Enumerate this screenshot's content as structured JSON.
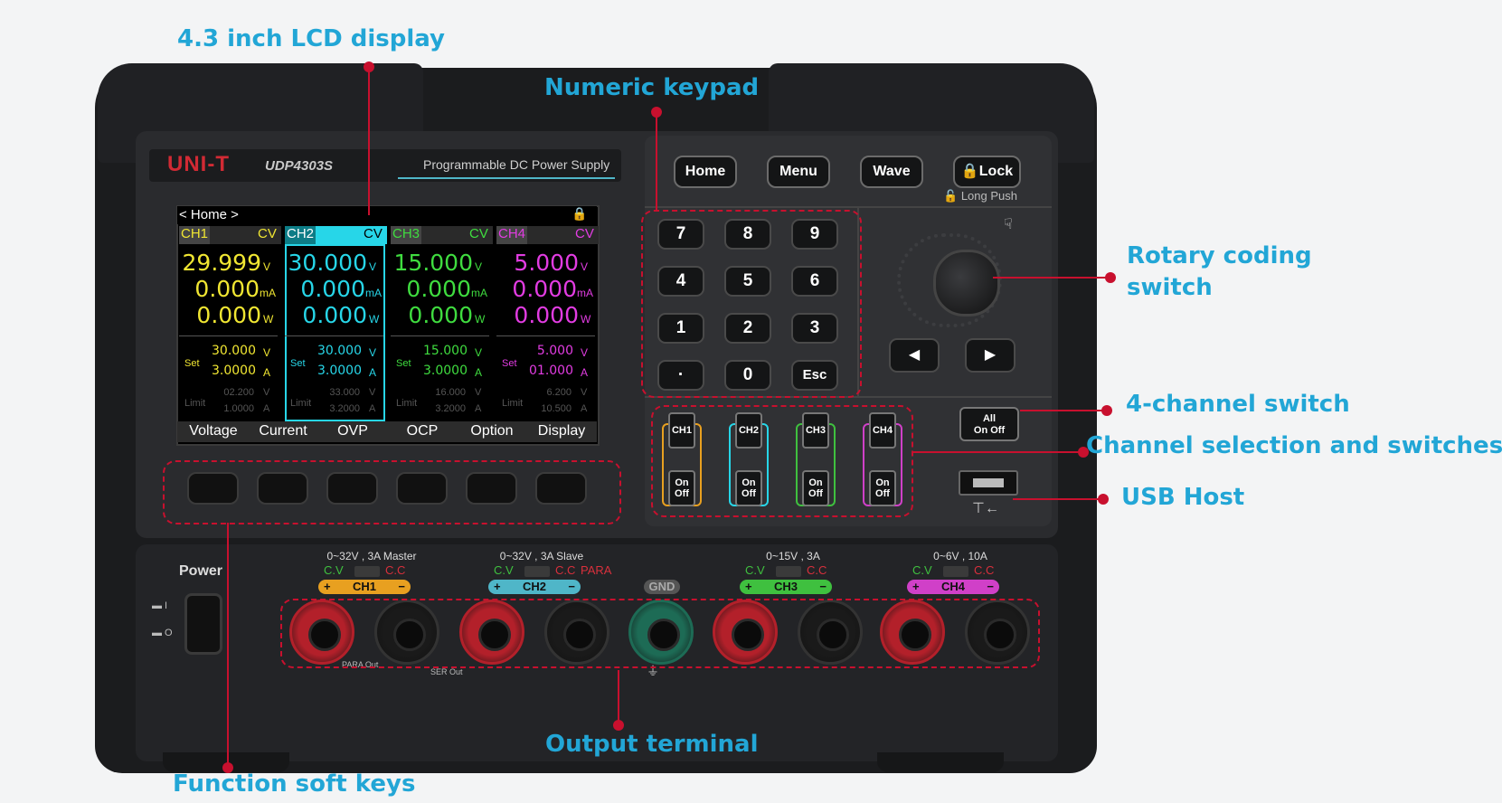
{
  "device": {
    "brand": "UNI-T",
    "model": "UDP4303S",
    "tagline": "Programmable DC Power Supply"
  },
  "screen": {
    "title": "< Home >",
    "channels": [
      {
        "name": "CH1",
        "mode": "CV",
        "voltage": "29.999",
        "current": "0.000",
        "power": "0.000",
        "set_v": "30.000",
        "set_a": "3.0000",
        "lim_v": "02.200",
        "lim_a": "1.0000",
        "color": "#f0e632"
      },
      {
        "name": "CH2",
        "mode": "CV",
        "voltage": "30.000",
        "current": "0.000",
        "power": "0.000",
        "set_v": "30.000",
        "set_a": "3.0000",
        "lim_v": "33.000",
        "lim_a": "3.2000",
        "color": "#27d6e8"
      },
      {
        "name": "CH3",
        "mode": "CV",
        "voltage": "15.000",
        "current": "0.000",
        "power": "0.000",
        "set_v": "15.000",
        "set_a": "3.0000",
        "lim_v": "16.000",
        "lim_a": "3.2000",
        "color": "#3fdc3f"
      },
      {
        "name": "CH4",
        "mode": "CV",
        "voltage": "5.000",
        "current": "0.000",
        "power": "0.000",
        "set_v": "5.000",
        "set_a": "01.000",
        "lim_v": "6.200",
        "lim_a": "10.500",
        "color": "#e23ce2"
      }
    ],
    "units": {
      "v": "V",
      "ma": "mA",
      "w": "W",
      "a": "A",
      "set": "Set",
      "limit": "Limit"
    },
    "soft_labels": [
      "Voltage",
      "Current",
      "OVP",
      "OCP",
      "Option",
      "Display"
    ]
  },
  "keys": {
    "function": [
      "Home",
      "Menu",
      "Wave",
      "Lock"
    ],
    "long_push": "Long Push",
    "numeric": [
      "7",
      "8",
      "9",
      "4",
      "5",
      "6",
      "1",
      "2",
      "3",
      "·",
      "0",
      "Esc"
    ],
    "all_on_off": [
      "All",
      "On Off"
    ],
    "channel_buttons": [
      "CH1",
      "CH2",
      "CH3",
      "CH4"
    ],
    "on_off": [
      "On",
      "Off"
    ]
  },
  "front": {
    "power": "Power",
    "outputs": [
      {
        "spec": "0~32V , 3A Master",
        "label": "CH1",
        "color": "#e8a020"
      },
      {
        "spec": "0~32V , 3A Slave",
        "label": "CH2",
        "color": "#4fb6c8",
        "extra": "PARA"
      },
      {
        "spec": "0~15V , 3A",
        "label": "CH3",
        "color": "#3fc03f"
      },
      {
        "spec": "0~6V , 10A",
        "label": "CH4",
        "color": "#d040c8"
      }
    ],
    "cv": "C.V",
    "cc": "C.C",
    "gnd": "GND",
    "para_out": "PARA Out",
    "ser_out": "SER Out"
  },
  "callouts": {
    "lcd": "4.3 inch LCD display",
    "keypad": "Numeric keypad",
    "rotary_1": "Rotary coding",
    "rotary_2": "switch",
    "four_ch": "4-channel switch",
    "ch_select": "Channel selection and switches",
    "usb": "USB Host",
    "output": "Output terminal",
    "softkeys": "Function soft keys"
  },
  "colors": {
    "accent": "#22a6d6",
    "annotation": "#c8102e",
    "ch1": "#f0e632",
    "ch2": "#27d6e8",
    "ch3": "#3fdc3f",
    "ch4": "#e23ce2"
  }
}
